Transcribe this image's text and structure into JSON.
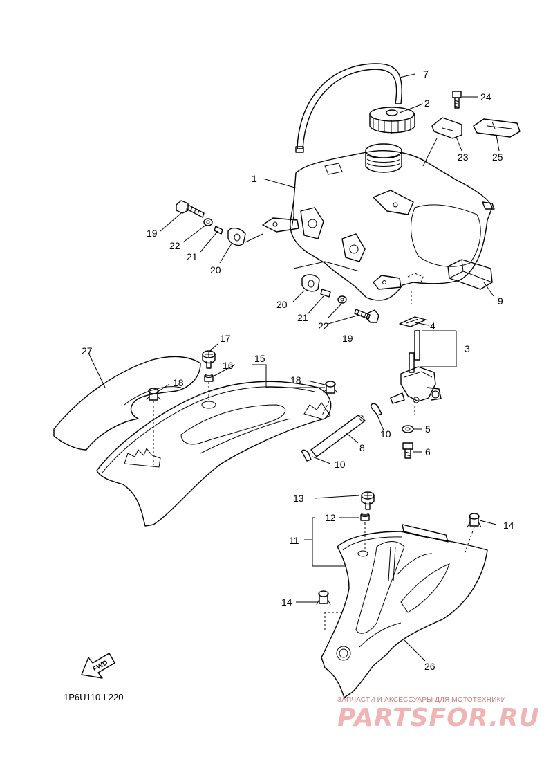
{
  "diagram": {
    "drawing_code": "1P6U110-L220",
    "fwd_label": "FWD",
    "callouts": {
      "c1": "1",
      "c2": "2",
      "c3": "3",
      "c4": "4",
      "c5": "5",
      "c6": "6",
      "c7": "7",
      "c8": "8",
      "c9": "9",
      "c10a": "10",
      "c10b": "10",
      "c11": "11",
      "c12": "12",
      "c13": "13",
      "c14a": "14",
      "c14b": "14",
      "c15": "15",
      "c16": "16",
      "c17": "17",
      "c18a": "18",
      "c18b": "18",
      "c19a": "19",
      "c19b": "19",
      "c20a": "20",
      "c20b": "20",
      "c21a": "21",
      "c21b": "21",
      "c22a": "22",
      "c22b": "22",
      "c23": "23",
      "c24": "24",
      "c25": "25",
      "c26": "26",
      "c27": "27"
    }
  },
  "watermark": {
    "caption": "ЗАПЧАСТИ И АКСЕССУАРЫ ДЛЯ МОТОТЕХНИКИ",
    "logo": "PARTSFOR.RU",
    "color": "#e8a0a0"
  }
}
